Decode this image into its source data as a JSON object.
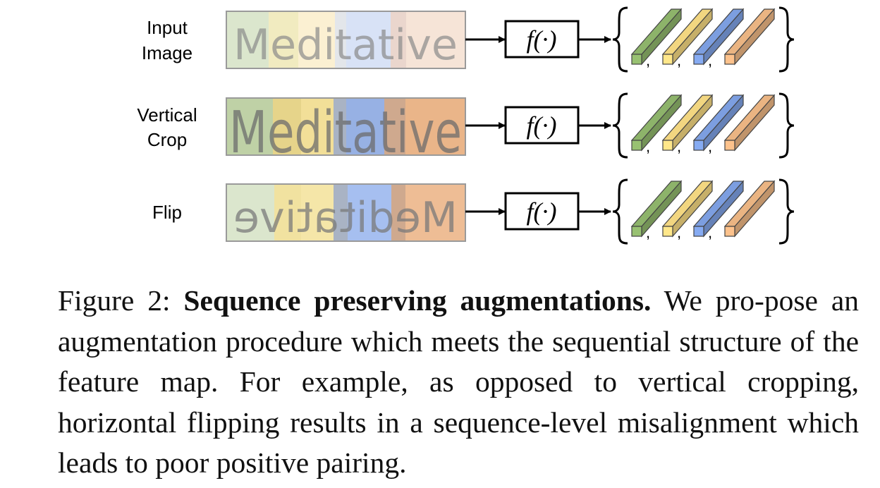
{
  "figure": {
    "rows": [
      {
        "label_line1": "Input",
        "label_line2": "Image",
        "word": "Meditative",
        "style": "input"
      },
      {
        "label_line1": "Vertical",
        "label_line2": "Crop",
        "word": "Meditative",
        "style": "crop"
      },
      {
        "label_line1": "Flip",
        "label_line2": "",
        "word": "Meditative",
        "style": "flip"
      }
    ],
    "function_label": "f(·)",
    "separator": ",",
    "feature_colors": [
      "#8db36a",
      "#f2d680",
      "#7c9ee0",
      "#eab482"
    ],
    "segment_colors": [
      "#dbe6cd",
      "#f1ebc0",
      "#fbf0d2",
      "#e3e6ea",
      "#d8e2f6",
      "#ead6cd",
      "#f6e4d7"
    ]
  },
  "caption": {
    "label": "Figure 2:",
    "title": "Sequence preserving augmentations.",
    "body_line1": "We pro-",
    "body_rest": "pose an augmentation procedure which meets the sequential structure of the feature map. For example, as opposed to vertical cropping, horizontal flipping results in a sequence-level misalignment which leads to poor positive pairing."
  }
}
